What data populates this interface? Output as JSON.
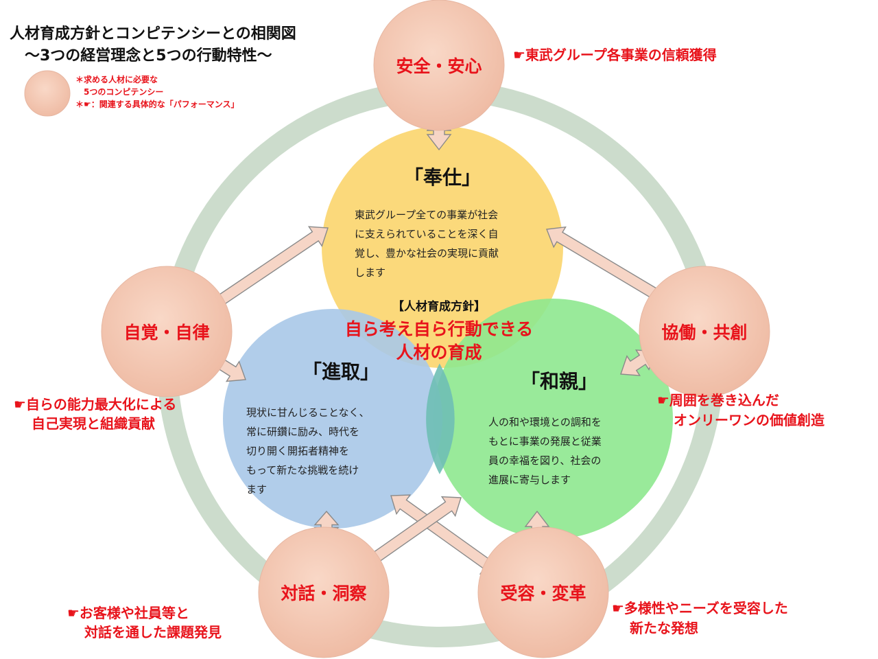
{
  "title": {
    "line1": "人材育成方針とコンピテンシーとの相関図",
    "line2": "～3つの経営理念と5つの行動特性～"
  },
  "legend": {
    "line1": "＊求める人材に必要な",
    "line2": "5つのコンピテンシー",
    "line3": "＊☛：関連する具体的な「パフォーマンス」"
  },
  "philosophies": {
    "service": {
      "heading": "「奉仕」",
      "lines": [
        "東武グループ全ての事業が社会",
        "に支えられていることを深く自",
        "覚し、豊かな社会の実現に貢献",
        "します"
      ],
      "color": "#fbd776"
    },
    "progress": {
      "heading": "「進取」",
      "lines": [
        "現状に甘んじることなく、",
        "常に研鑽に励み、時代を",
        "切り開く開拓者精神を",
        "もって新たな挑戦を続け",
        "ます"
      ],
      "color": "#a9c8e8"
    },
    "harmony": {
      "heading": "「和親」",
      "lines": [
        "人の和や環境との調和を",
        "もとに事業の発展と従業",
        "員の幸福を図り、社会の",
        "進展に寄与します"
      ],
      "color": "#8ee88f"
    }
  },
  "policy": {
    "heading": "【人材育成方針】",
    "line1": "自ら考え自ら行動できる",
    "line2": "人材の育成"
  },
  "competencies": {
    "safety": "安全・安心",
    "self": "自覚・自律",
    "collab": "協働・共創",
    "dialogue": "対話・洞察",
    "accept": "受容・変革"
  },
  "performances": {
    "safety": [
      "☛東武グループ各事業の信頼獲得"
    ],
    "self": [
      "☛自らの能力最大化による",
      "自己実現と組織貢献"
    ],
    "collab": [
      "☛周囲を巻き込んだ",
      "オンリーワンの価値創造"
    ],
    "dialogue": [
      "☛お客様や社員等と",
      "対話を通した課題発見"
    ],
    "accept": [
      "☛多様性やニーズを受容した",
      "新たな発想"
    ]
  },
  "colors": {
    "ring": "#ccdccc",
    "competency_fill": "#f3c7b3",
    "arrow_fill": "#f6d5c6",
    "arrow_stroke": "#8a8a8a",
    "red_text": "#e8131b"
  }
}
